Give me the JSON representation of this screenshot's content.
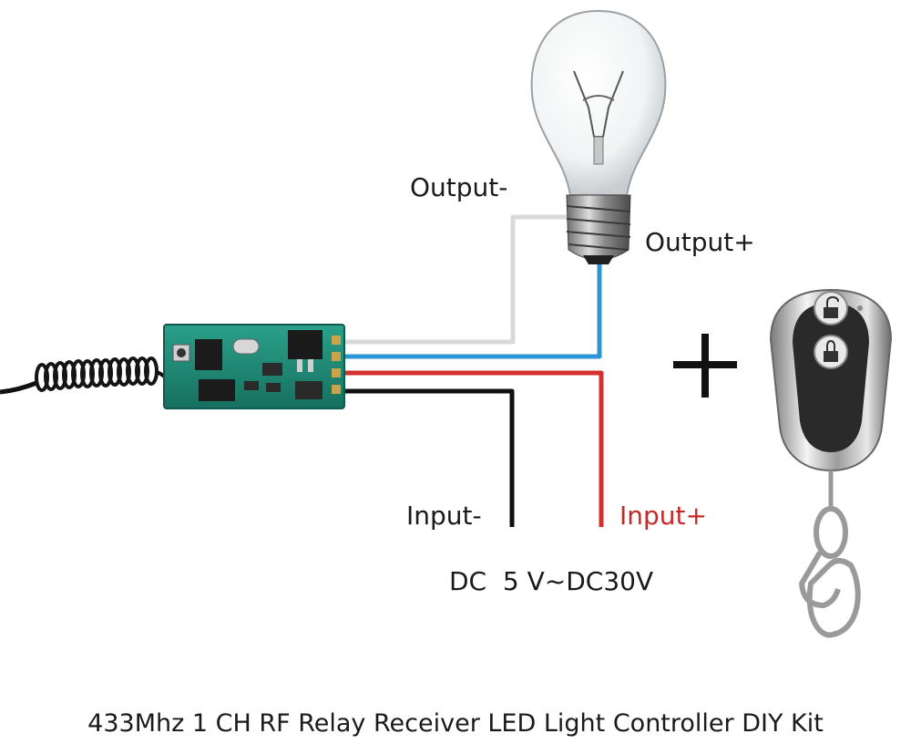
{
  "labels": {
    "output_minus": "Output-",
    "output_plus": "Output+",
    "input_minus": "Input-",
    "input_plus": "Input+",
    "voltage": "DC  5 V~DC30V",
    "caption": "433Mhz 1 CH RF Relay Receiver LED Light Controller DIY Kit"
  },
  "colors": {
    "text": "#1a1a1a",
    "input_plus_text": "#c62828",
    "wire_output_minus": "#d9d9d9",
    "wire_output_plus": "#2b95d6",
    "wire_input_plus": "#d32f2f",
    "wire_input_minus": "#111111",
    "pcb": "#1f8a78",
    "remote_body": "#2a2a2a",
    "remote_chrome": "#c8c8c8"
  },
  "icons": {
    "bulb": "light-bulb-icon",
    "remote": "key-fob-remote-icon",
    "plus": "plus-icon",
    "unlock": "unlock-icon",
    "lock": "lock-icon"
  }
}
